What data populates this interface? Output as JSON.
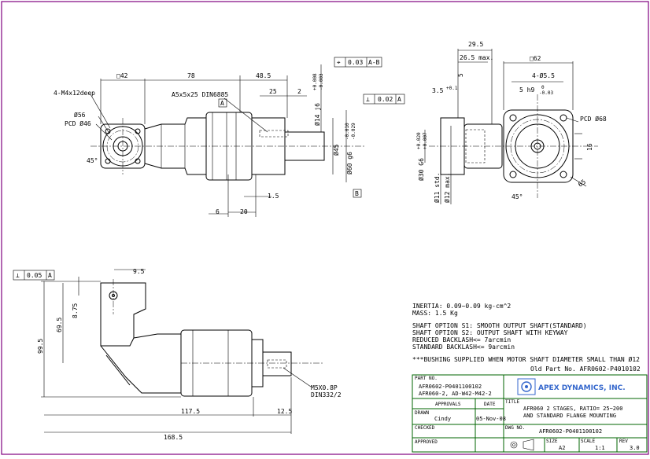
{
  "dimensions": {
    "top_view": {
      "mounting_holes": "4-M4x12deep",
      "square_42": "□42",
      "len_78": "78",
      "len_48_5": "48.5",
      "key": "A5x5x25 DIN6885",
      "key_len_25": "25",
      "len_2": "2",
      "dia_56": "Ø56",
      "pcd_46": "PCD Ø46",
      "angle_45": "45°",
      "dia_14": "Ø14 j6",
      "dia_14_tol_upper": "+0.008",
      "dia_14_tol_lower": "-0.003",
      "dia_45": "Ø45",
      "dia_60": "Ø60 g6",
      "dia_60_tol_upper": "-0.010",
      "dia_60_tol_lower": "-0.029",
      "len_1_5": "1.5",
      "len_6": "6",
      "len_20": "20",
      "gdt_position_value": "0.03",
      "gdt_position_datum": "A-B",
      "gdt_perp_value": "0.02",
      "gdt_perp_datum": "A",
      "datum_a": "A",
      "datum_b": "B"
    },
    "side_view": {
      "len_29_5": "29.5",
      "len_26_5": "26.5 max.",
      "len_5": "5",
      "square_62": "□62",
      "holes_5_5": "4-Ø5.5",
      "len_3_5": "3.5",
      "len_3_5_tol": "+0.1",
      "key_5h9": "5 h9",
      "key_tol_upper": "0",
      "key_tol_lower": "-0.03",
      "pcd_68": "PCD Ø68",
      "len_16": "16",
      "dia_30": "Ø30 G6",
      "dia_30_tol_upper": "+0.020",
      "dia_30_tol_lower": "+0.007",
      "dia_11": "Ø11 std.",
      "dia_12": "Ø12 max.",
      "angle_45": "45°",
      "r_65": "65"
    },
    "front_view": {
      "gdt_value": "0.05",
      "gdt_datum": "A",
      "len_9_5": "9.5",
      "len_8_75": "8.75",
      "len_69_5": "69.5",
      "len_99_5": "99.5",
      "len_117_5": "117.5",
      "len_12_5": "12.5",
      "len_168_5": "168.5",
      "screw_1": "M5X0.8P",
      "screw_2": "DIN332/2"
    }
  },
  "notes": {
    "inertia": "INERTIA: 0.09~0.09 kg-cm^2",
    "mass": "MASS: 1.5 Kg",
    "shaft_s1": "SHAFT OPTION S1: SMOOTH OUTPUT SHAFT(STANDARD)",
    "shaft_s2": "SHAFT OPTION S2: OUTPUT SHAFT WITH KEYWAY",
    "reduced_backlash": "REDUCED BACKLASH<= 7arcmin",
    "standard_backlash": "STANDARD BACKLASH<= 9arcmin",
    "bushing": "***BUSHING SUPPLIED WHEN MOTOR SHAFT DIAMETER SMALL THAN Ø12",
    "old_part": "Old Part No. AFR0602-P4010102"
  },
  "title_block": {
    "part_no_label": "PART NO.",
    "part_no_1": "AFR0602-P0401100102",
    "part_no_2": "AFR060-2, AD-W42-M42-2",
    "company": "APEX DYNAMICS, INC.",
    "approvals_label": "APPROVALS",
    "date_label": "DATE",
    "title_label": "TITLE",
    "title_line_1": "AFR060 2 STAGES, RATIO= 25~200",
    "title_line_2": "AND STANDARD FLANGE MOUNTING",
    "drawn_label": "DRAWN",
    "drawn_value": "Cindy",
    "drawn_date": "05-Nov-08",
    "dwg_no_label": "DWG NO.",
    "dwg_no_value": "AFR0602-P0401100102",
    "checked_label": "CHECKED",
    "approved_label": "APPROVED",
    "size_label": "SIZE",
    "size_value": "A2",
    "scale_label": "SCALE",
    "scale_value": "1:1",
    "rev_label": "REV",
    "rev_value": "3.0"
  },
  "colors": {
    "frame": "#800080",
    "title_block": "#006400",
    "logo": "#3366cc",
    "ink": "#000000"
  }
}
